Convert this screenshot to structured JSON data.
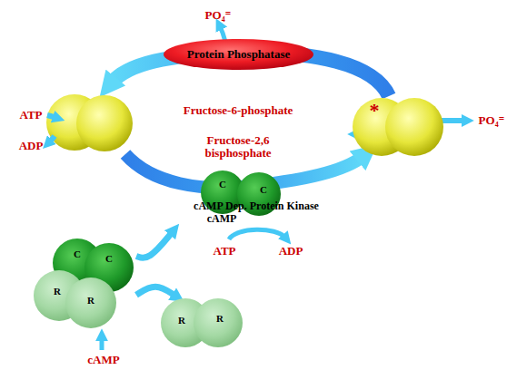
{
  "diagram": {
    "nodes": [
      {
        "text": [
          "Protein Phosphatase"
        ]
      },
      {
        "text": [
          "*"
        ]
      },
      {
        "text": [
          "C",
          "C",
          "cAMP Dep. Protein Kinase",
          "cAMP"
        ]
      },
      {
        "text": [
          "C",
          "C",
          "R",
          "R"
        ]
      },
      {
        "text": [
          "R",
          "R"
        ]
      }
    ],
    "edges": [
      {
        "from": 3,
        "to": 2,
        "arrow": "to"
      },
      {
        "from": 3,
        "to": 4,
        "arrow": "to"
      }
    ],
    "labels": [
      "PO₄⁼",
      "ATP",
      "ADP",
      "Fructose-6-phosphate",
      "Fructose-2,6 bisphosphate",
      "PO₄⁼",
      "ATP",
      "ADP",
      "cAMP"
    ]
  }
}
